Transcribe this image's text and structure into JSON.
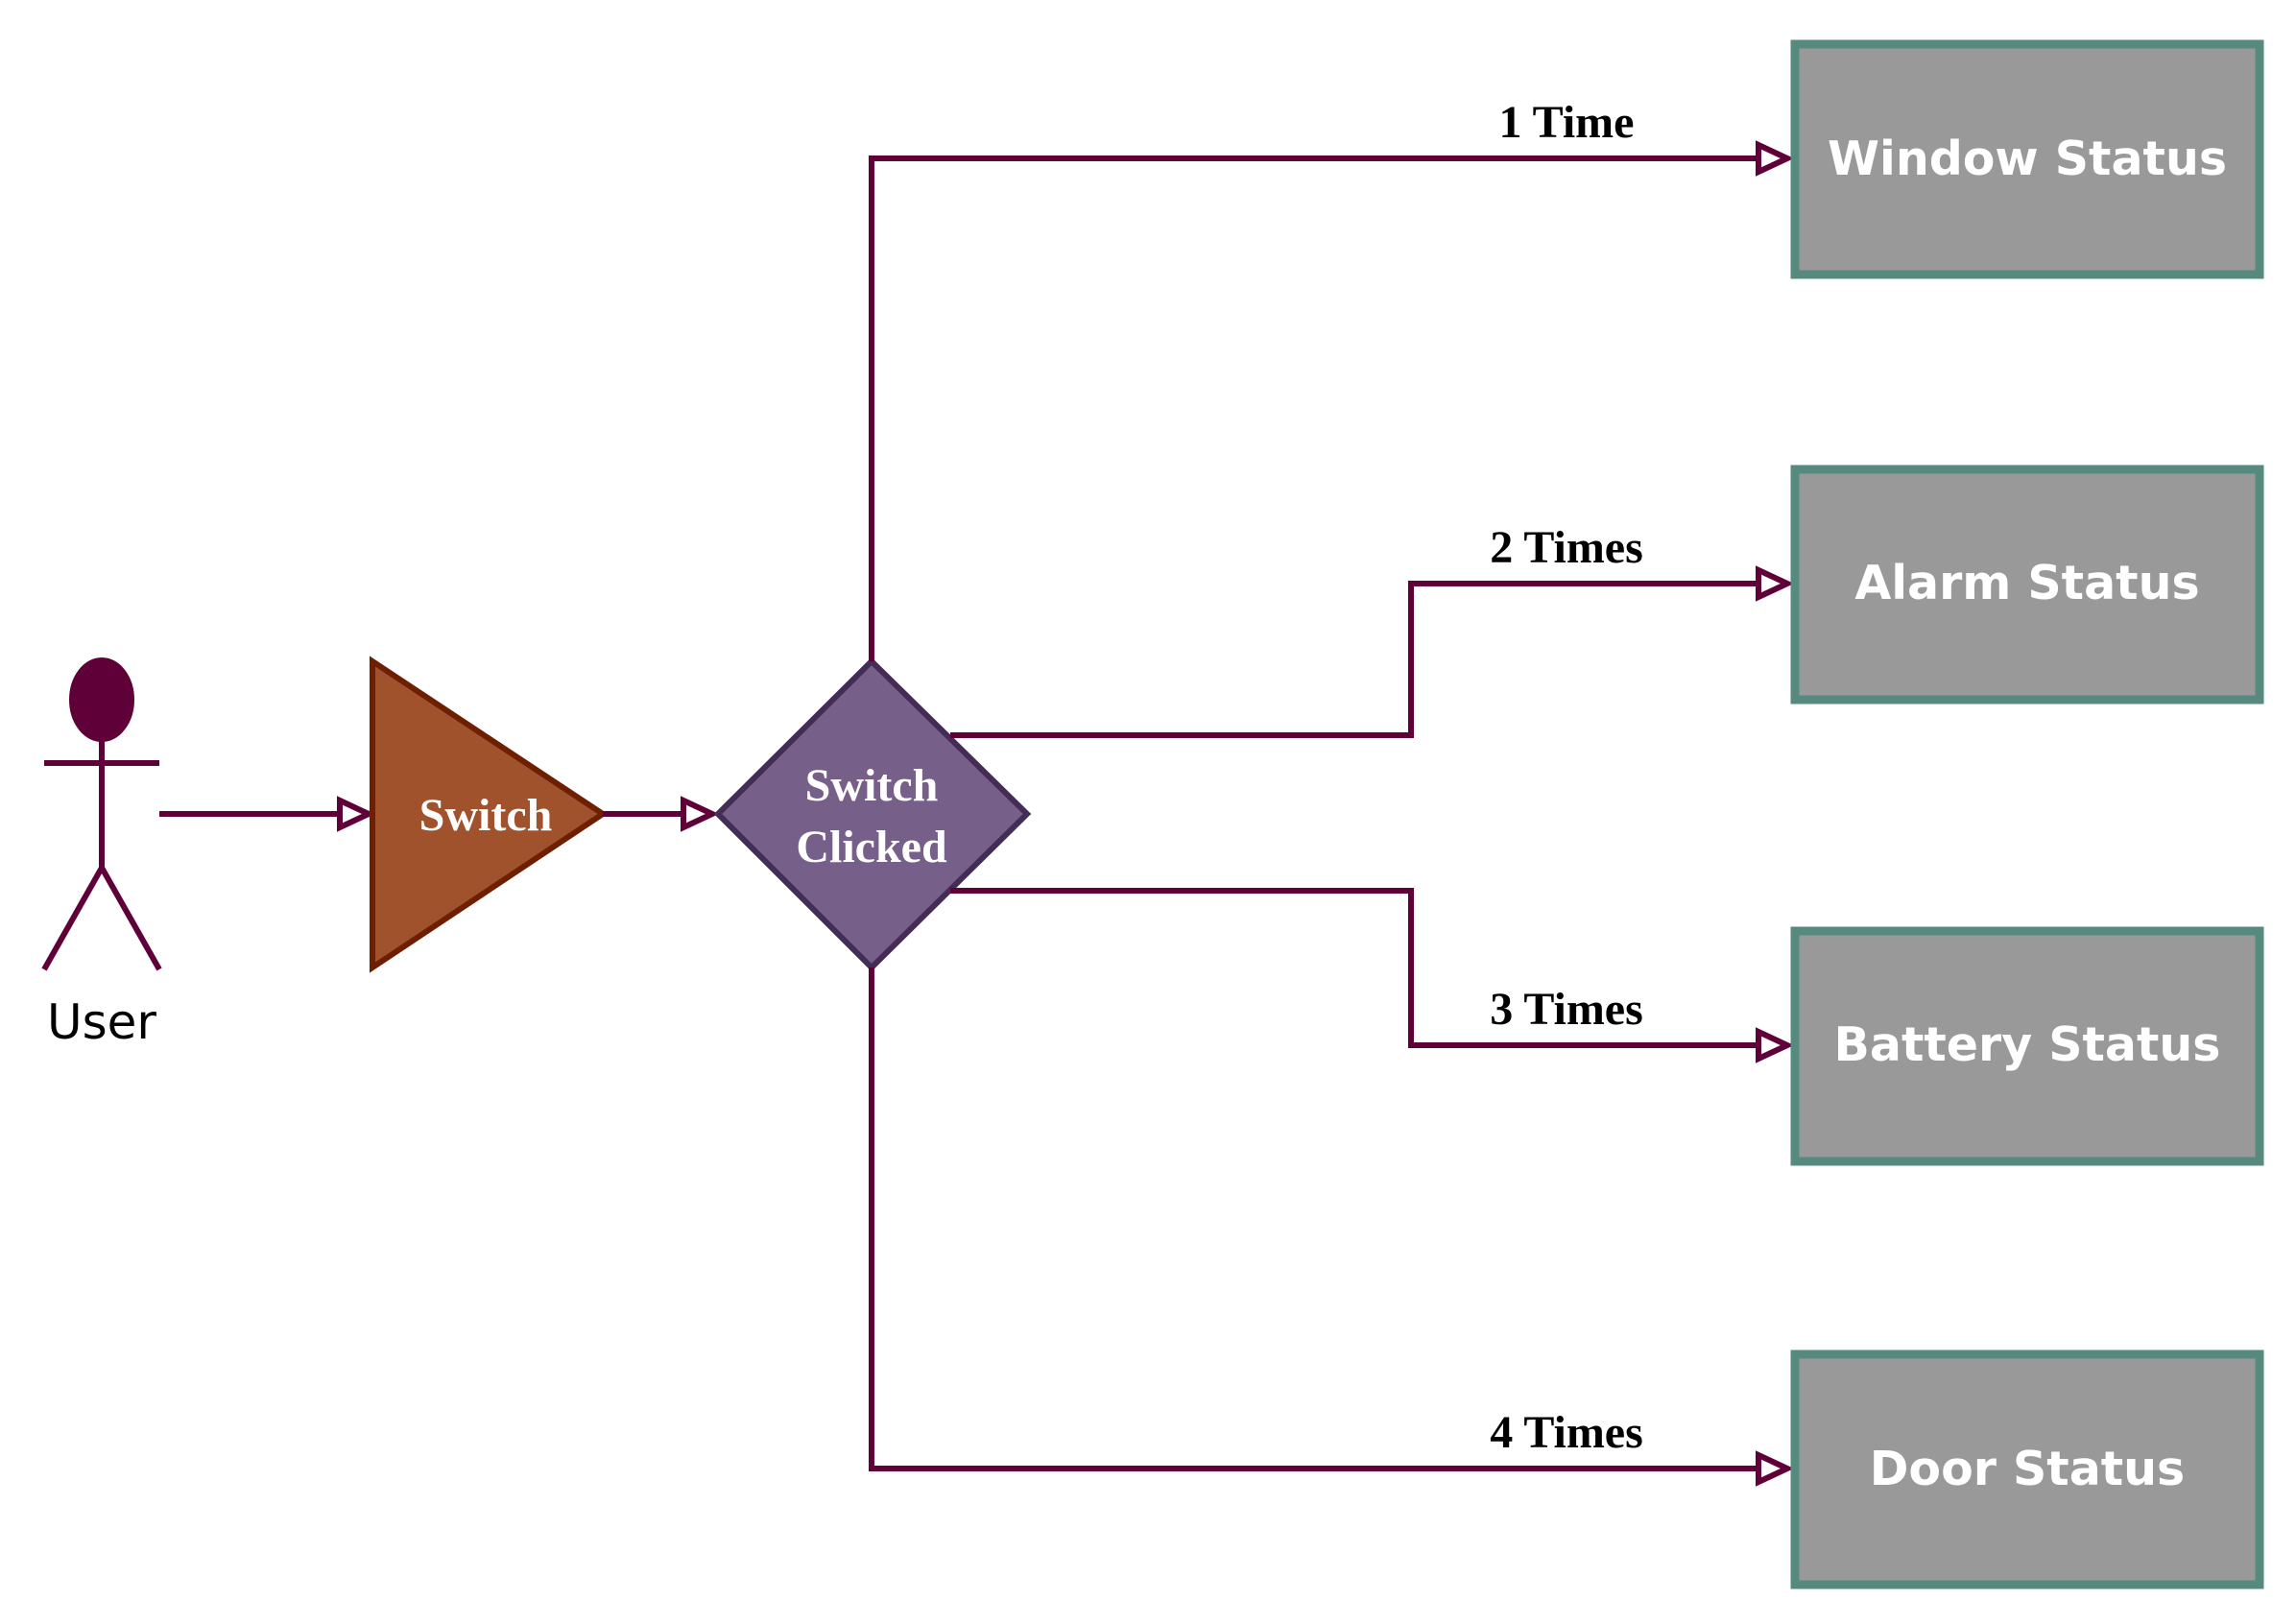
{
  "colors": {
    "edge": "#600038",
    "actor": "#600038",
    "switch_fill": "#a0522d",
    "switch_stroke": "#6d1f00",
    "decision_fill": "#76608a",
    "decision_stroke": "#432d57",
    "status_fill": "#999999",
    "status_stroke": "#568a7f"
  },
  "actor": {
    "label": "User"
  },
  "switch": {
    "label": "Switch"
  },
  "decision": {
    "label_line1": "Switch",
    "label_line2": "Clicked"
  },
  "branches": [
    {
      "edge_label": "1 Time",
      "target": "Window Status"
    },
    {
      "edge_label": "2 Times",
      "target": "Alarm Status"
    },
    {
      "edge_label": "3 Times",
      "target": "Battery Status"
    },
    {
      "edge_label": "4 Times",
      "target": "Door Status"
    }
  ]
}
